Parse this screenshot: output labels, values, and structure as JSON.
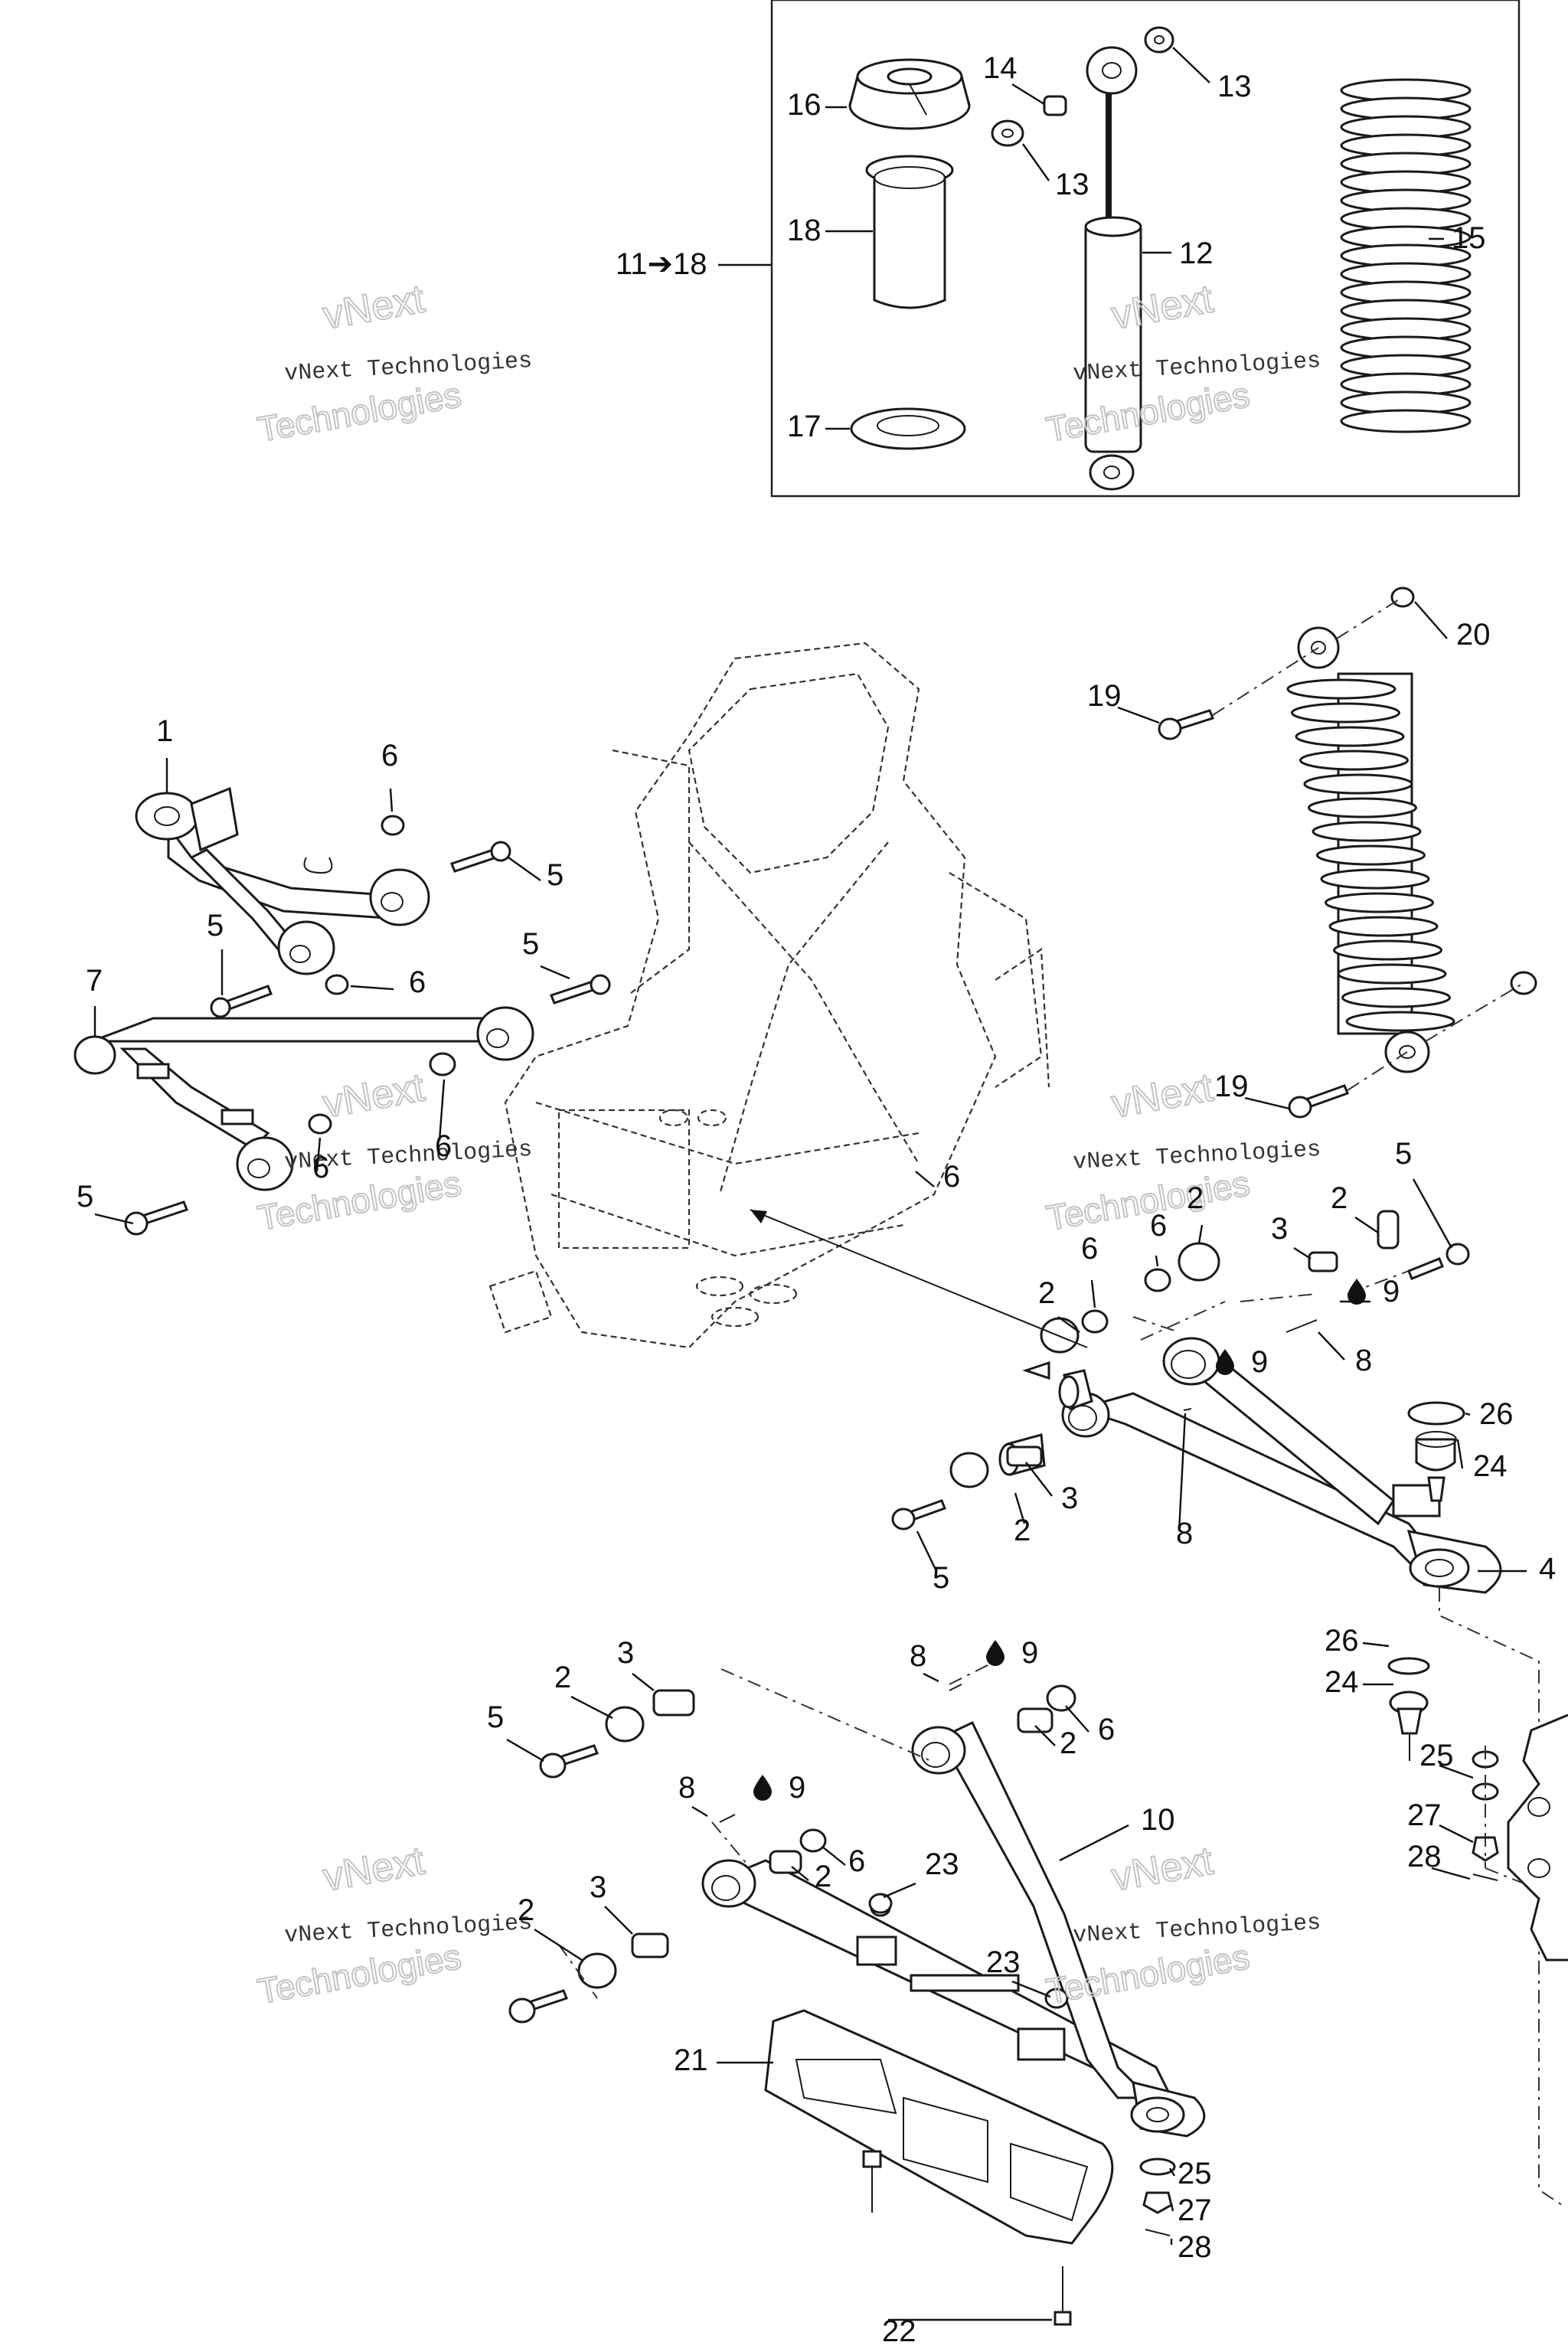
{
  "kit_label": "11➔18",
  "watermark": {
    "line1": "vNext",
    "line2": "Technologies",
    "mono": "vNext Technologies"
  },
  "callouts": [
    {
      "id": "c1",
      "text": "1"
    },
    {
      "id": "c2a",
      "text": "2"
    },
    {
      "id": "c2b",
      "text": "2"
    },
    {
      "id": "c2c",
      "text": "2"
    },
    {
      "id": "c2d",
      "text": "2"
    },
    {
      "id": "c2e",
      "text": "2"
    },
    {
      "id": "c2f",
      "text": "2"
    },
    {
      "id": "c2g",
      "text": "2"
    },
    {
      "id": "c2h",
      "text": "2"
    },
    {
      "id": "c3a",
      "text": "3"
    },
    {
      "id": "c3b",
      "text": "3"
    },
    {
      "id": "c3c",
      "text": "3"
    },
    {
      "id": "c3d",
      "text": "3"
    },
    {
      "id": "c4",
      "text": "4"
    },
    {
      "id": "c5a",
      "text": "5"
    },
    {
      "id": "c5b",
      "text": "5"
    },
    {
      "id": "c5c",
      "text": "5"
    },
    {
      "id": "c5d",
      "text": "5"
    },
    {
      "id": "c5e",
      "text": "5"
    },
    {
      "id": "c5f",
      "text": "5"
    },
    {
      "id": "c5g",
      "text": "5"
    },
    {
      "id": "c6a",
      "text": "6"
    },
    {
      "id": "c6b",
      "text": "6"
    },
    {
      "id": "c6c",
      "text": "6"
    },
    {
      "id": "c6d",
      "text": "6"
    },
    {
      "id": "c6e",
      "text": "6"
    },
    {
      "id": "c6f",
      "text": "6"
    },
    {
      "id": "c6g",
      "text": "6"
    },
    {
      "id": "c6h",
      "text": "6"
    },
    {
      "id": "c6i",
      "text": "6"
    },
    {
      "id": "c7",
      "text": "7"
    },
    {
      "id": "c8a",
      "text": "8"
    },
    {
      "id": "c8b",
      "text": "8"
    },
    {
      "id": "c8c",
      "text": "8"
    },
    {
      "id": "c8d",
      "text": "8"
    },
    {
      "id": "c9a",
      "text": "9"
    },
    {
      "id": "c9b",
      "text": "9"
    },
    {
      "id": "c9c",
      "text": "9"
    },
    {
      "id": "c9d",
      "text": "9"
    },
    {
      "id": "c10",
      "text": "10"
    },
    {
      "id": "c12",
      "text": "12"
    },
    {
      "id": "c13a",
      "text": "13"
    },
    {
      "id": "c13b",
      "text": "13"
    },
    {
      "id": "c14",
      "text": "14"
    },
    {
      "id": "c15",
      "text": "15"
    },
    {
      "id": "c16",
      "text": "16"
    },
    {
      "id": "c17",
      "text": "17"
    },
    {
      "id": "c18",
      "text": "18"
    },
    {
      "id": "c19a",
      "text": "19"
    },
    {
      "id": "c19b",
      "text": "19"
    },
    {
      "id": "c20",
      "text": "20"
    },
    {
      "id": "c21",
      "text": "21"
    },
    {
      "id": "c22",
      "text": "22"
    },
    {
      "id": "c23a",
      "text": "23"
    },
    {
      "id": "c23b",
      "text": "23"
    },
    {
      "id": "c24a",
      "text": "24"
    },
    {
      "id": "c24b",
      "text": "24"
    },
    {
      "id": "c25a",
      "text": "25"
    },
    {
      "id": "c25b",
      "text": "25"
    },
    {
      "id": "c26a",
      "text": "26"
    },
    {
      "id": "c26b",
      "text": "26"
    },
    {
      "id": "c27a",
      "text": "27"
    },
    {
      "id": "c27b",
      "text": "27"
    },
    {
      "id": "c28a",
      "text": "28"
    },
    {
      "id": "c28b",
      "text": "28"
    }
  ]
}
